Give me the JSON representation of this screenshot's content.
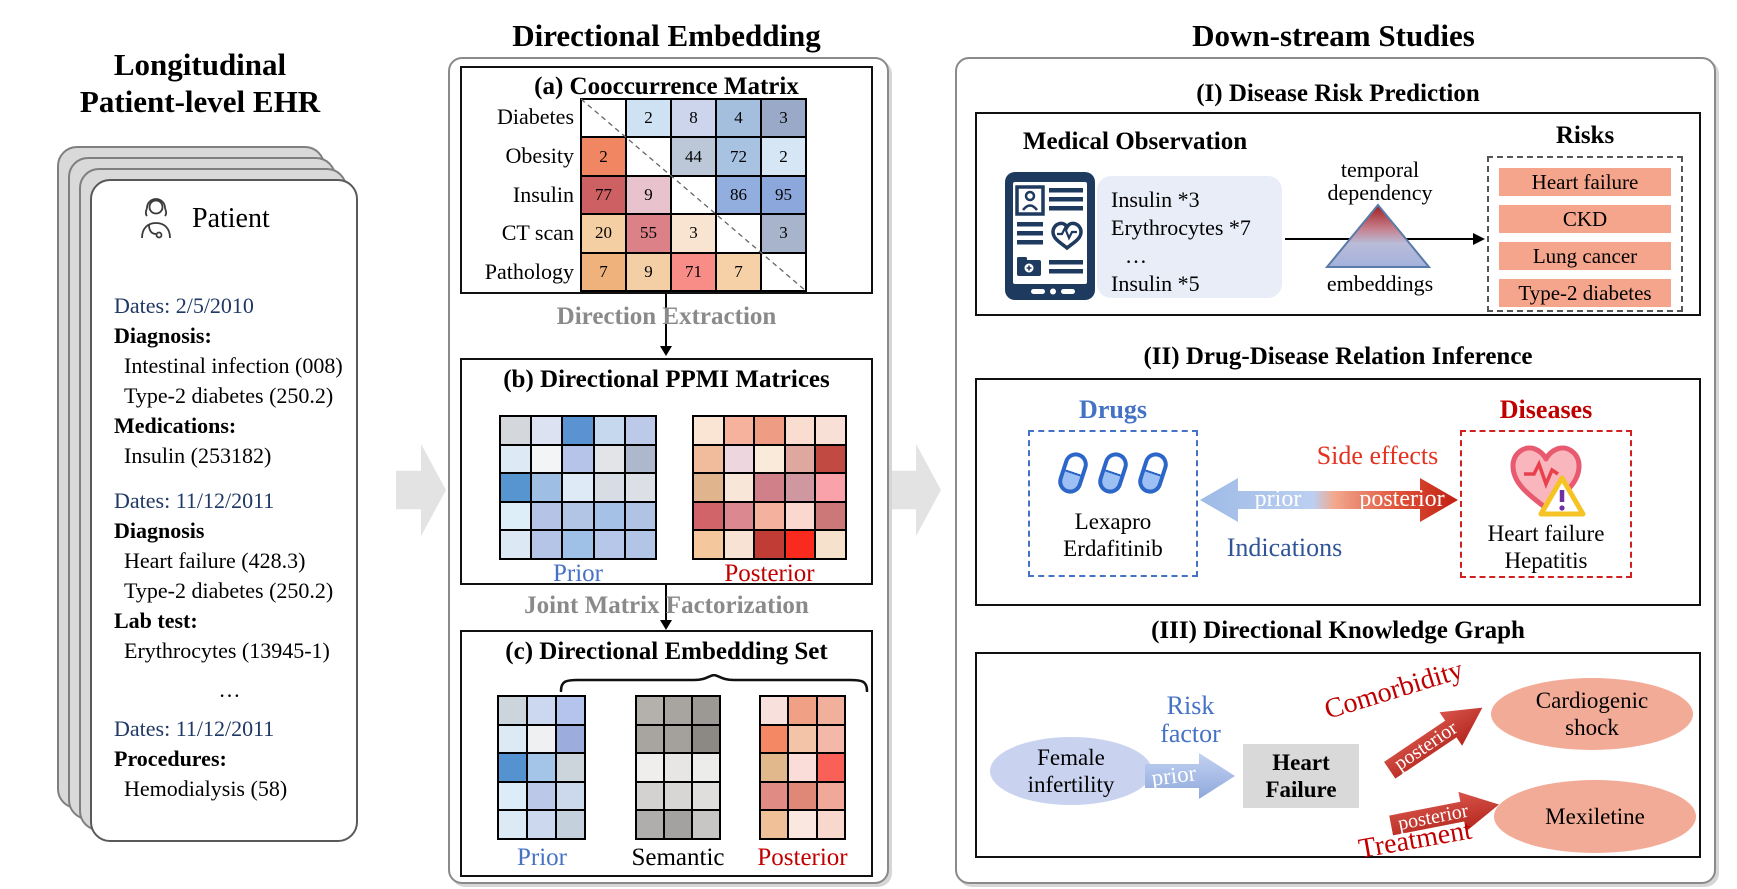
{
  "colors": {
    "prior_blue": "#4472C4",
    "posterior_red": "#C00000",
    "side_effects_red": "#E3321F",
    "indications_blue": "#2F5597",
    "date_navy": "#1F3864",
    "step_gray": "#8A8A8A",
    "risk_bar_salmon": "#F4A58C",
    "node_salmon": "#F2AB97",
    "node_periwinkle": "#C9D3EF",
    "card_gray": "#D9D9D9",
    "tablet_navy": "#1E3A5F"
  },
  "left": {
    "title1": "Longitudinal",
    "title2": "Patient-level EHR",
    "patient_label": "Patient",
    "lines": [
      "Dates: 2/5/2010",
      "Diagnosis:",
      "Intestinal infection (008)",
      "Type-2 diabetes (250.2)",
      "Medications:",
      "Insulin (253182)",
      "Dates: 11/12/2011",
      "Diagnosis",
      "Heart failure (428.3)",
      "Type-2 diabetes (250.2)",
      "Lab test:",
      "Erythrocytes (13945-1)",
      "…",
      "Dates: 11/12/2011",
      "Procedures:",
      "Hemodialysis (58)"
    ]
  },
  "middle": {
    "title": "Directional Embedding",
    "a_title": "(a) Cooccurrence Matrix",
    "row_labels": [
      "Diabetes",
      "Obesity",
      "Insulin",
      "CT scan",
      "Pathology"
    ],
    "cooccurrence": [
      [
        null,
        {
          "v": "2",
          "c": "#cfe2f3"
        },
        {
          "v": "8",
          "c": "#ccd5ec"
        },
        {
          "v": "4",
          "c": "#a4bede"
        },
        {
          "v": "3",
          "c": "#9ba9c8"
        }
      ],
      [
        {
          "v": "2",
          "c": "#f08662"
        },
        null,
        {
          "v": "44",
          "c": "#bcc8d8"
        },
        {
          "v": "72",
          "c": "#a8c2e2"
        },
        {
          "v": "2",
          "c": "#d6e6f4"
        }
      ],
      [
        {
          "v": "77",
          "c": "#cd6062"
        },
        {
          "v": "9",
          "c": "#e8c2cc"
        },
        null,
        {
          "v": "86",
          "c": "#92aede"
        },
        {
          "v": "95",
          "c": "#8ba7dc"
        }
      ],
      [
        {
          "v": "20",
          "c": "#f4cfa4"
        },
        {
          "v": "55",
          "c": "#dc8188"
        },
        {
          "v": "3",
          "c": "#f8e4d0"
        },
        null,
        {
          "v": "3",
          "c": "#a8b4cc"
        }
      ],
      [
        {
          "v": "7",
          "c": "#f0b27c"
        },
        {
          "v": "9",
          "c": "#f4cfa6"
        },
        {
          "v": "71",
          "c": "#f88d88"
        },
        {
          "v": "7",
          "c": "#f6d0a6"
        },
        null
      ]
    ],
    "step1": "Direction Extraction",
    "b_title": "(b) Directional PPMI Matrices",
    "prior_label": "Prior",
    "posterior_label": "Posterior",
    "ppmi_prior": [
      [
        "#d4d8dd",
        "#dce2f2",
        "#5b93d2",
        "#c5d8ee",
        "#bcc9e8"
      ],
      [
        "#ddeaf6",
        "#f2f4f6",
        "#b5c4e8",
        "#e2e4e8",
        "#aeb8cc"
      ],
      [
        "#5795d0",
        "#9ebee4",
        "#deebf6",
        "#d8dce4",
        "#dce0e6"
      ],
      [
        "#ddeef8",
        "#b5c4e6",
        "#b2c5e5",
        "#a5c1e6",
        "#b1c3e5"
      ],
      [
        "#dce9f5",
        "#b5c5e7",
        "#9fc1e8",
        "#b7c7e9",
        "#b3c5e7"
      ]
    ],
    "ppmi_posterior": [
      [
        "#fae4d4",
        "#f6b29c",
        "#ee9c84",
        "#f8ddd0",
        "#f8e0d6"
      ],
      [
        "#f0bc9c",
        "#eed6de",
        "#f9ead9",
        "#dfa89f",
        "#c14a42"
      ],
      [
        "#e0b48c",
        "#f8e6d8",
        "#d08088",
        "#cf97a0",
        "#f9a2aa"
      ],
      [
        "#d06468",
        "#dc8890",
        "#f4b29e",
        "#fad8d0",
        "#cc7878"
      ],
      [
        "#f4c89c",
        "#f8e2d4",
        "#c23c36",
        "#fa2a1e",
        "#f6e2cc"
      ]
    ],
    "step2": "Joint Matrix Factorization",
    "c_title": "(c) Directional Embedding Set",
    "emb_prior_label": "Prior",
    "emb_semantic_label": "Semantic",
    "emb_posterior_label": "Posterior",
    "emb_prior": [
      [
        "#ccd4dc",
        "#ccd8f0",
        "#b4c4ec"
      ],
      [
        "#dceaf6",
        "#eef0f2",
        "#9cacdc"
      ],
      [
        "#5492d0",
        "#a4c4e8",
        "#ccd4dc"
      ],
      [
        "#dcecf8",
        "#bcc8e8",
        "#ccd8ec"
      ],
      [
        "#dceaf6",
        "#ccd8ee",
        "#c4d0dc"
      ]
    ],
    "emb_semantic": [
      [
        "#b4b0ac",
        "#a8a4a0",
        "#9c9894"
      ],
      [
        "#a8a4a0",
        "#a4a09c",
        "#8c8884"
      ],
      [
        "#f0eeec",
        "#e8e6e4",
        "#ececea"
      ],
      [
        "#d4d2d0",
        "#d8d6d4",
        "#e0dedc"
      ],
      [
        "#b0aeac",
        "#a4a2a0",
        "#c8c6c4"
      ]
    ],
    "emb_posterior": [
      [
        "#f8e0dc",
        "#f0a084",
        "#f0b09c"
      ],
      [
        "#f48864",
        "#f4c4a8",
        "#f4b8a8"
      ],
      [
        "#e0b88c",
        "#fadcd8",
        "#f86058"
      ],
      [
        "#e08c84",
        "#e08878",
        "#f0a898"
      ],
      [
        "#f0c098",
        "#fae8e0",
        "#f8d8cc"
      ]
    ]
  },
  "right": {
    "title": "Down-stream Studies",
    "s1": {
      "heading": "(I) Disease Risk Prediction",
      "observation_title": "Medical Observation",
      "observations": [
        "Insulin *3",
        "Erythrocytes *7",
        "…",
        "Insulin *5"
      ],
      "temporal1": "temporal",
      "temporal2": "dependency",
      "embeddings": "embeddings",
      "risks_title": "Risks",
      "risks": [
        "Heart failure",
        "CKD",
        "Lung cancer",
        "Type-2 diabetes"
      ]
    },
    "s2": {
      "heading": "(II) Drug-Disease Relation Inference",
      "drugs_label": "Drugs",
      "drugs": [
        "Lexapro",
        "Erdafitinib"
      ],
      "side_effects": "Side effects",
      "indications": "Indications",
      "prior": "prior",
      "posterior": "posterior",
      "diseases_label": "Diseases",
      "diseases": [
        "Heart failure",
        "Hepatitis"
      ]
    },
    "s3": {
      "heading": "(III) Directional Knowledge Graph",
      "node_left1": "Female",
      "node_left2": "infertility",
      "risk_factor1": "Risk",
      "risk_factor2": "factor",
      "prior": "prior",
      "center1": "Heart",
      "center2": "Failure",
      "comorbidity": "Comorbidity",
      "posterior_top": "posterior",
      "posterior_bottom": "posterior",
      "treatment": "Treatment",
      "node_top1": "Cardiogenic",
      "node_top2": "shock",
      "node_bottom": "Mexiletine"
    }
  }
}
